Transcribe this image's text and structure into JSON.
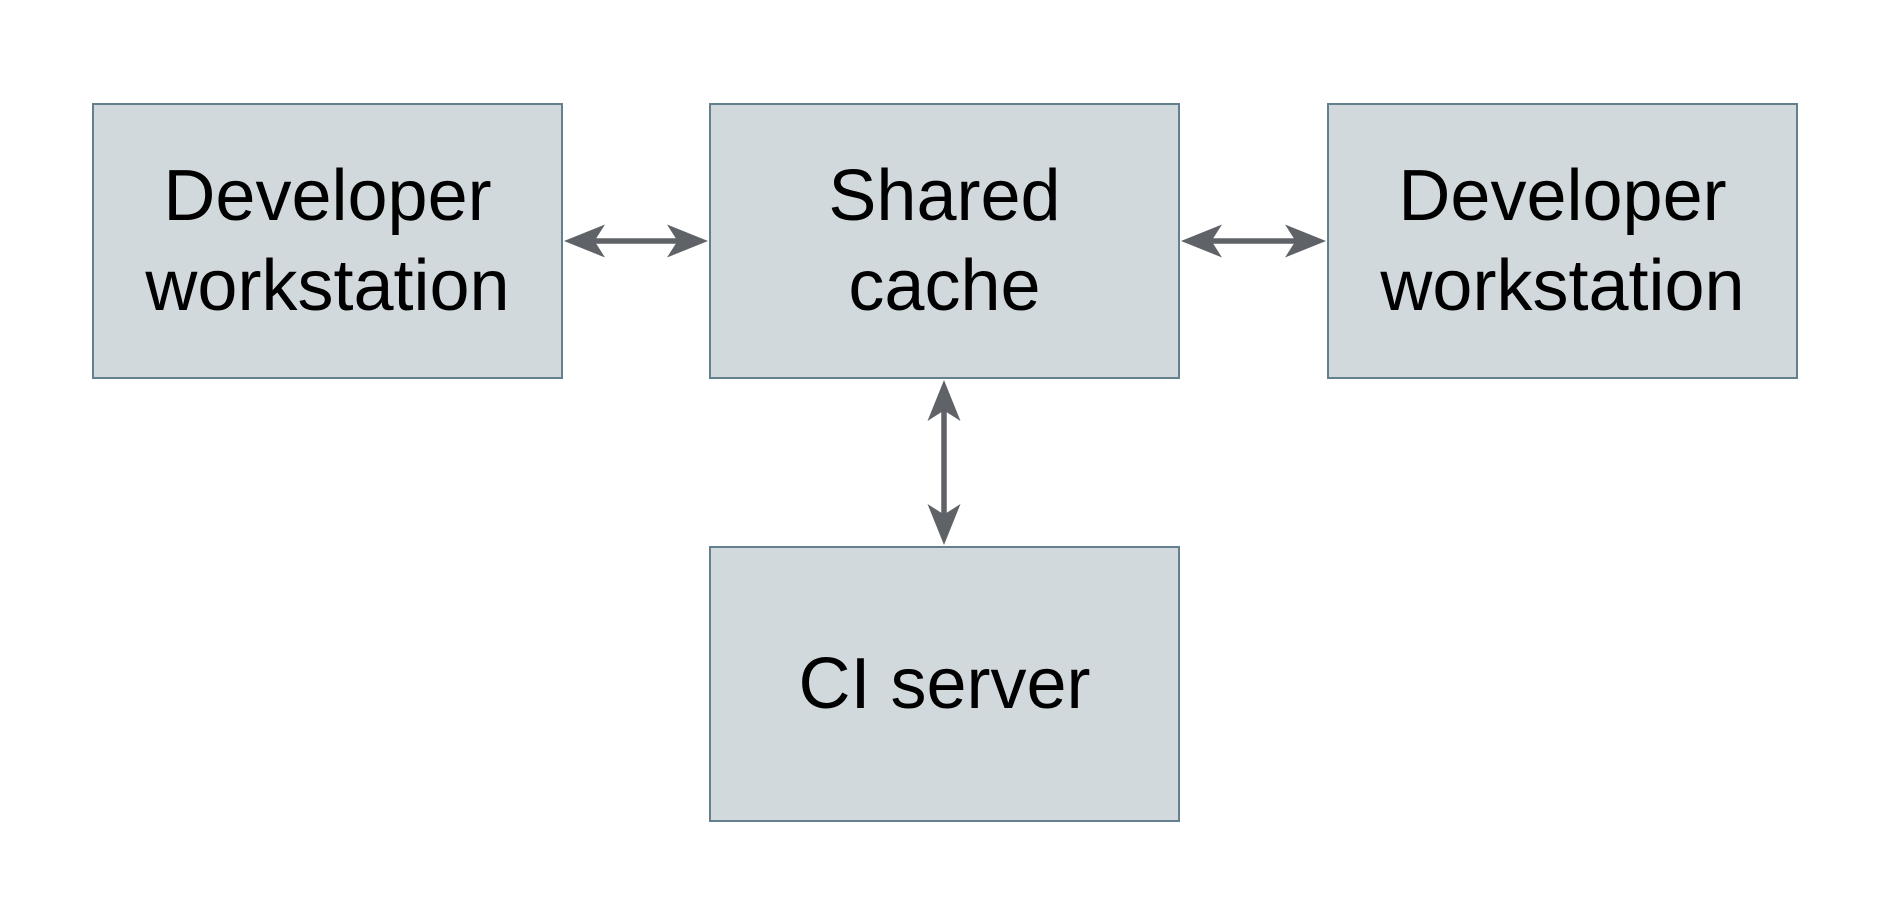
{
  "diagram": {
    "type": "architecture-diagram",
    "description": "Shared cache topology: two developer workstations and a CI server exchange data bidirectionally with a shared cache"
  },
  "nodes": {
    "developer_workstation_left": {
      "label": "Developer workstation"
    },
    "shared_cache": {
      "label": "Shared cache"
    },
    "developer_workstation_right": {
      "label": "Developer workstation"
    },
    "ci_server": {
      "label": "CI server"
    }
  },
  "edges": [
    {
      "from": "developer_workstation_left",
      "to": "shared_cache",
      "direction": "bidirectional"
    },
    {
      "from": "developer_workstation_right",
      "to": "shared_cache",
      "direction": "bidirectional"
    },
    {
      "from": "ci_server",
      "to": "shared_cache",
      "direction": "bidirectional"
    }
  ],
  "colors": {
    "background": "#ffffff",
    "node_fill": "#d2d9dd",
    "node_border": "#647f8d",
    "arrow": "#5f6368",
    "text": "#000000"
  }
}
